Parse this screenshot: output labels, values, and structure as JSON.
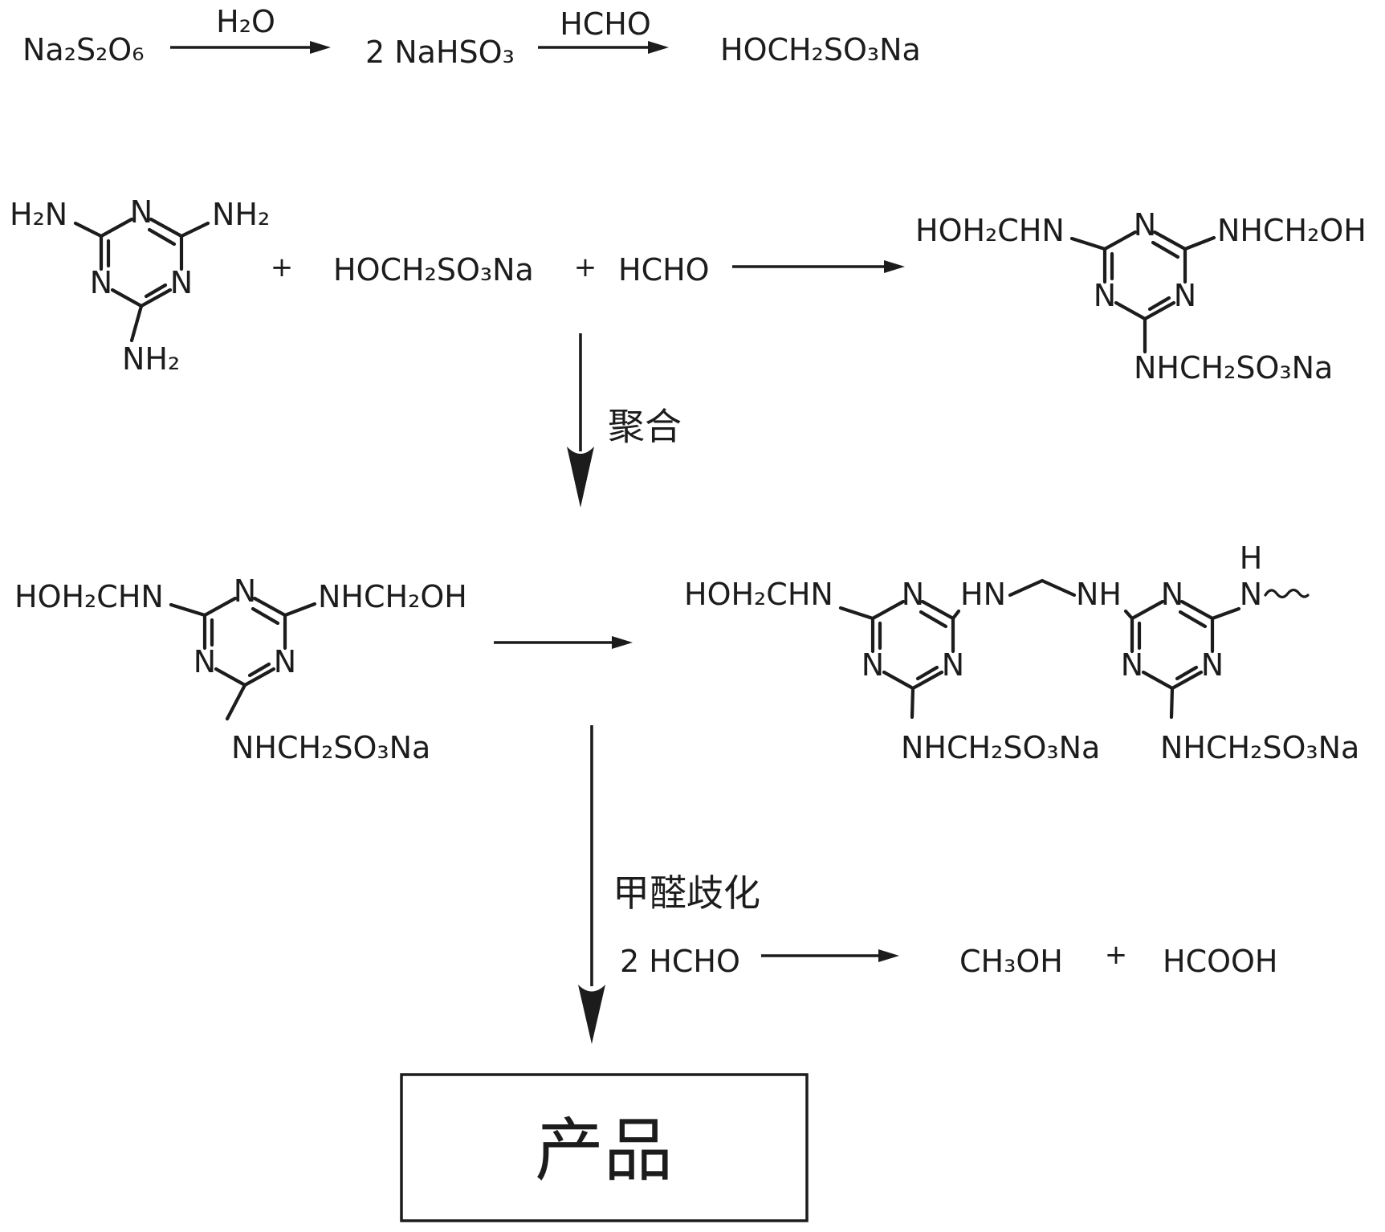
{
  "figure": {
    "background": "#ffffff",
    "ink": "#1c1c1c"
  },
  "atoms": {
    "n": "N",
    "h": "H"
  },
  "step1": {
    "reactant": "Na₂S₂O₆",
    "condition_above_arrow1": "H₂O",
    "intermediate": "2 NaHSO₃",
    "condition_above_arrow2": "HCHO",
    "product": "HOCH₂SO₃Na"
  },
  "step2": {
    "melamine": {
      "substituent_left": "H₂N",
      "substituent_right": "NH₂",
      "substituent_bottom": "NH₂"
    },
    "plus1": "+",
    "reagent1": "HOCH₂SO₃Na",
    "plus2": "+",
    "reagent2": "HCHO",
    "product": {
      "substituent_left": "HOH₂CHN",
      "substituent_right": "NHCH₂OH",
      "substituent_bottom": "NHCH₂SO₃Na"
    }
  },
  "step3": {
    "arrow_label": "聚合",
    "reactant": {
      "substituent_left": "HOH₂CHN",
      "substituent_right": "NHCH₂OH",
      "substituent_bottom": "NHCH₂SO₃Na"
    },
    "product": {
      "substituent_left": "HOH₂CHN",
      "bridge_left": "HN",
      "bridge_right": "NH",
      "terminal_h": "H",
      "terminal_n": "N",
      "bottom_left": "NHCH₂SO₃Na",
      "bottom_right": "NHCH₂SO₃Na"
    }
  },
  "step4": {
    "arrow_label": "甲醛歧化",
    "side_reaction": {
      "lhs": "2 HCHO",
      "product1": "CH₃OH",
      "plus": "+",
      "product2": "HCOOH"
    }
  },
  "final": {
    "product_box_label": "产品"
  }
}
